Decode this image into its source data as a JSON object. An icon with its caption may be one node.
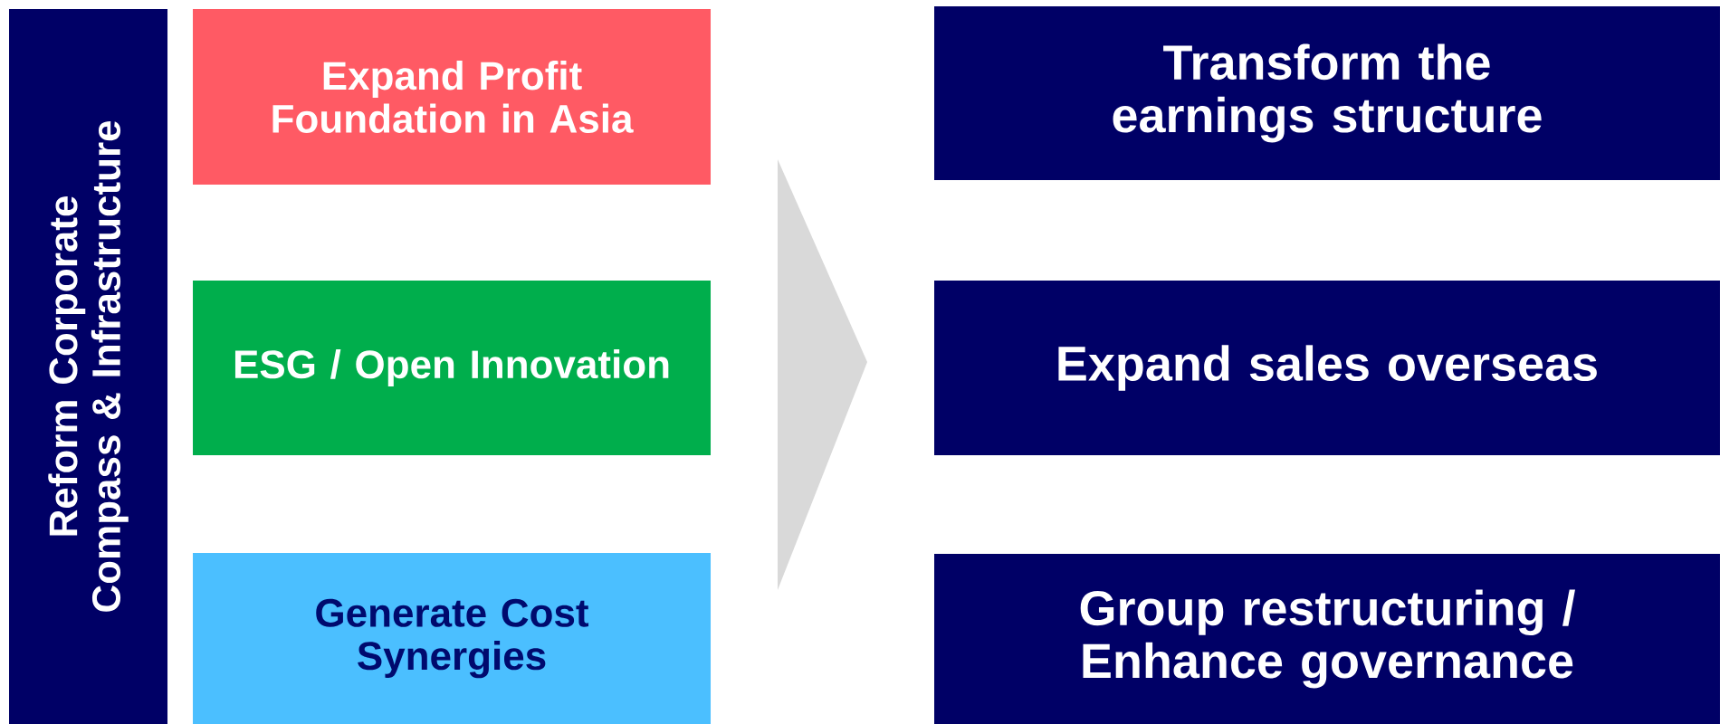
{
  "diagram": {
    "nodes": [
      {
        "text": [
          "Reform Corporate Compass & Infrastructure"
        ]
      },
      {
        "text": [
          "Expand Profit Foundation in Asia"
        ]
      },
      {
        "text": [
          "ESG / Open Innovation"
        ]
      },
      {
        "text": [
          "Generate Cost Synergies"
        ]
      },
      {
        "text": [
          "Transform the earnings structure"
        ]
      },
      {
        "text": [
          "Expand sales overseas"
        ]
      },
      {
        "text": [
          "Group restructuring / Enhance governance"
        ]
      }
    ],
    "edges": [
      {
        "from": 2,
        "to": 5,
        "arrow": "to",
        "color": "#d9d9d9"
      }
    ]
  }
}
